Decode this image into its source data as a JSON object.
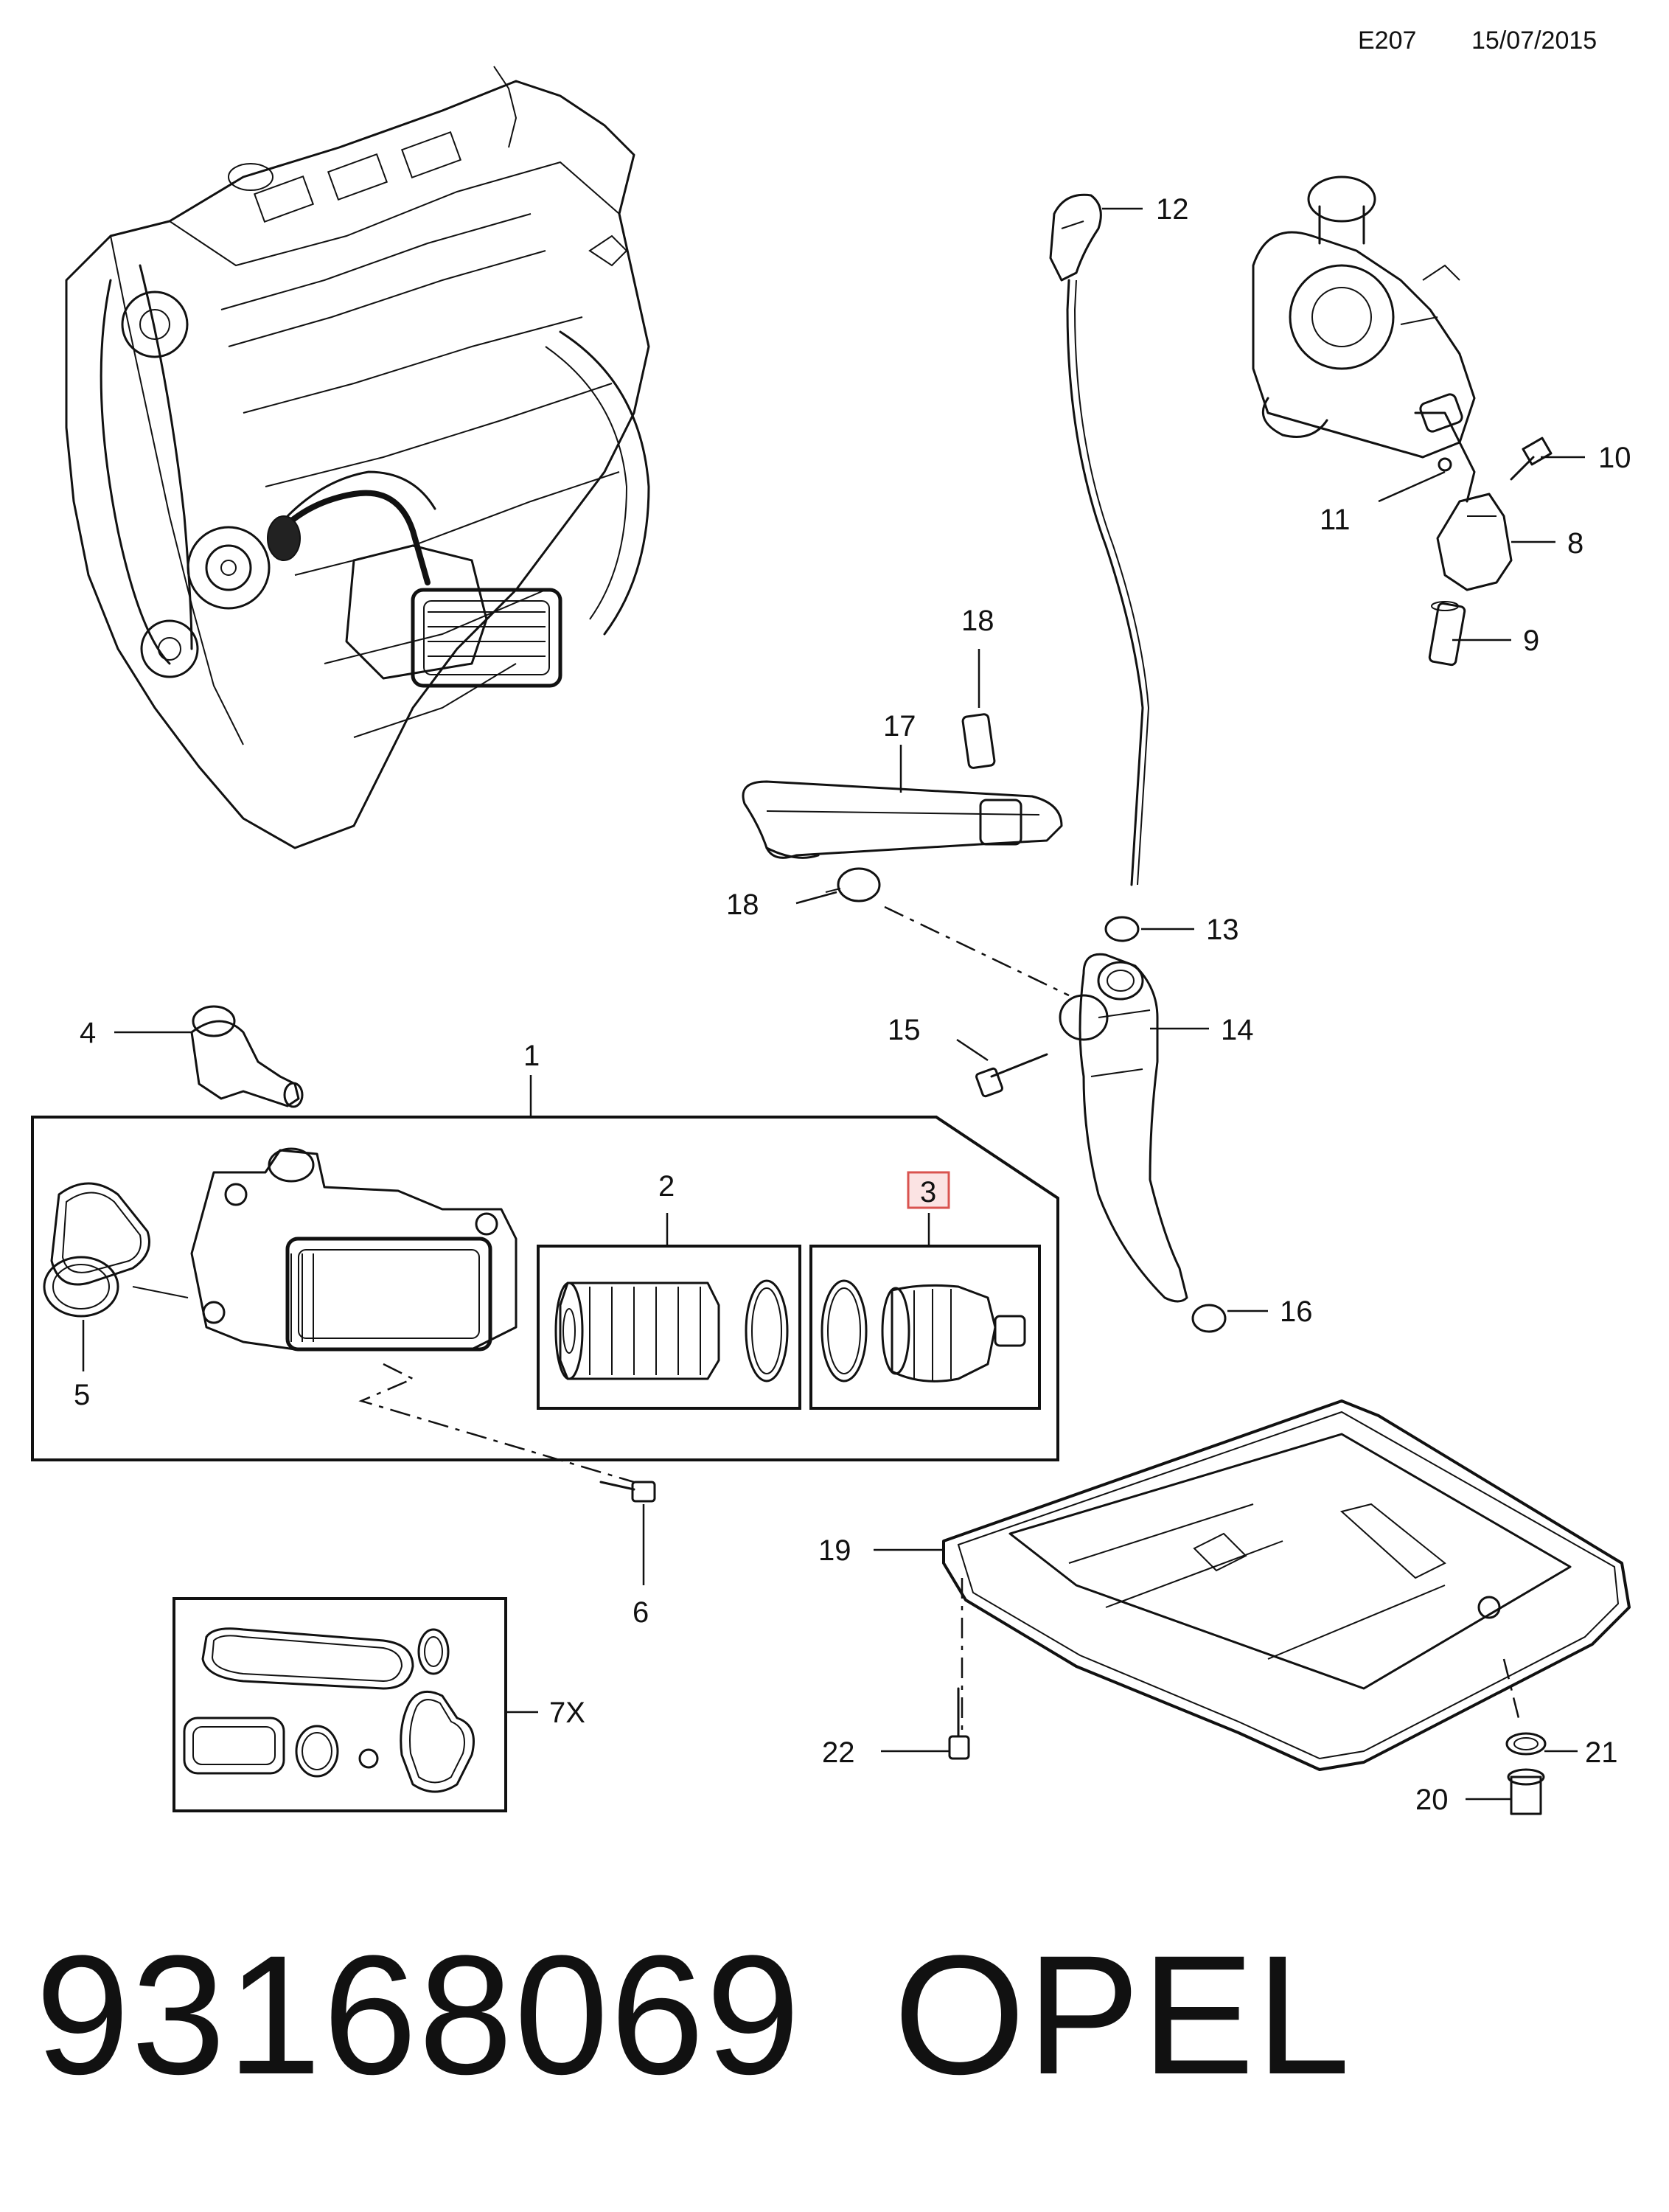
{
  "header": {
    "code": "E207",
    "date": "15/07/2015"
  },
  "callouts": [
    "1",
    "2",
    "3",
    "4",
    "5",
    "6",
    "7X",
    "8",
    "9",
    "10",
    "11",
    "12",
    "13",
    "14",
    "15",
    "16",
    "17",
    "18",
    "18",
    "19",
    "20",
    "21",
    "22"
  ],
  "highlighted_callout": "3",
  "footer": {
    "part_number": "93168069",
    "brand": "OPEL"
  },
  "colors": {
    "ink": "#111111",
    "highlight_border": "#d9534f",
    "highlight_fill": "#fbe3e3"
  }
}
